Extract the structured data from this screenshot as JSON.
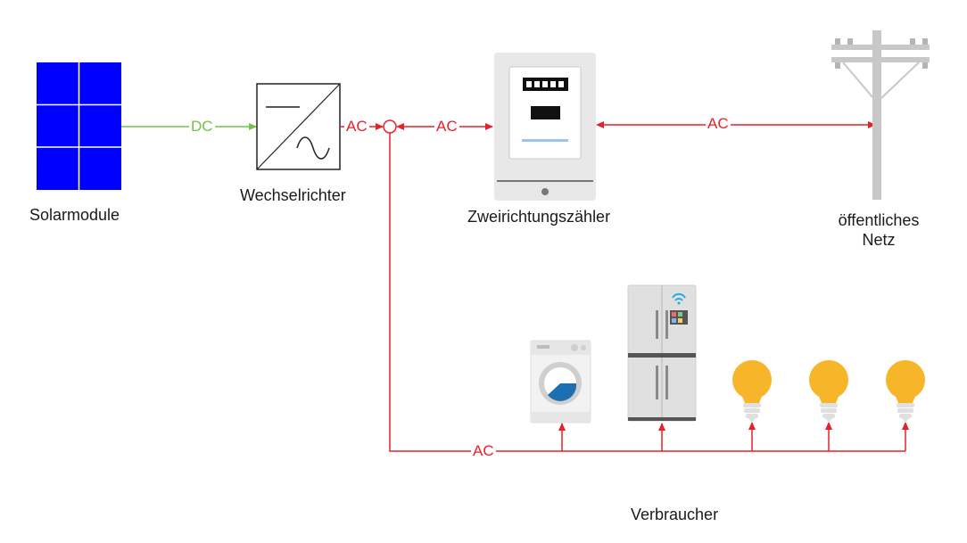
{
  "labels": {
    "solar": "Solarmodule",
    "inverter": "Wechselrichter",
    "meter": "Zweirichtungszähler",
    "grid_line1": "öffentliches",
    "grid_line2": "Netz",
    "consumers": "Verbraucher"
  },
  "flows": {
    "dc": "DC",
    "ac_inverter": "AC",
    "ac_meter": "AC",
    "ac_grid": "AC",
    "ac_consumers": "AC"
  },
  "colors": {
    "ac_line": "#e8202a",
    "dc_line": "#70c24a",
    "panel_fill": "#0000ff",
    "bulb": "#f7b62a"
  },
  "icons": {
    "solar": "solar-panel-icon",
    "inverter": "inverter-icon",
    "meter": "bidirectional-meter-icon",
    "grid": "utility-pole-icon",
    "washer": "washing-machine-icon",
    "fridge": "fridge-icon",
    "bulb": "light-bulb-icon"
  }
}
